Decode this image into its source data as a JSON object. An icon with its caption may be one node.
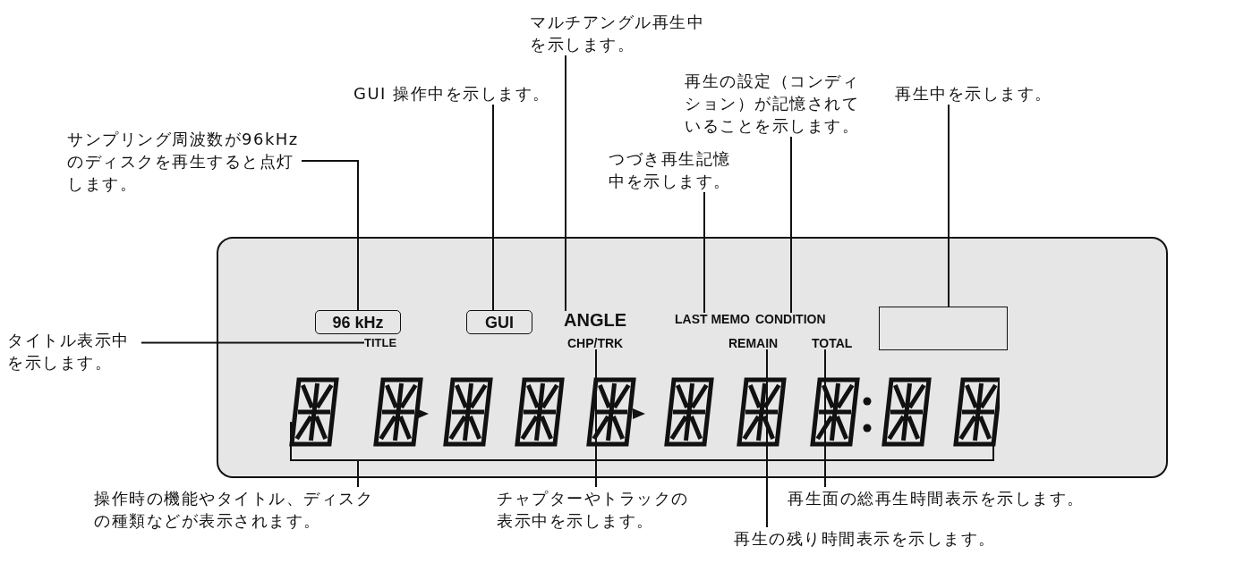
{
  "diagram": {
    "nodes": [
      {
        "text": [],
        "shape": "box"
      },
      {
        "text": [
          "96 kHz"
        ],
        "in": 0
      },
      {
        "text": [
          "GUI"
        ],
        "in": 0
      },
      {
        "text": [
          "ANGLE"
        ],
        "in": 0
      },
      {
        "text": [
          "LAST MEMO"
        ],
        "in": 0
      },
      {
        "text": [
          "CONDITION"
        ],
        "in": 0
      },
      {
        "text": [],
        "shape": "box",
        "in": 0
      },
      {
        "text": [
          "TITLE"
        ],
        "in": 0
      },
      {
        "text": [
          "CHP/TRK"
        ],
        "in": 0
      },
      {
        "text": [
          "REMAIN"
        ],
        "in": 0
      },
      {
        "text": [
          "TOTAL"
        ],
        "in": 0
      },
      {
        "text": [],
        "shape": "display",
        "in": 0
      },
      {
        "text": [
          "サンプリング周波数が96kHzのディスクを再生すると点灯します。"
        ]
      },
      {
        "text": [
          "GUI 操作中を示します。"
        ]
      },
      {
        "text": [
          "マルチアングル再生中を示します。"
        ]
      },
      {
        "text": [
          "つづき再生記憶中を示します。"
        ]
      },
      {
        "text": [
          "再生の設定（コンディション）が記憶されていることを示します。"
        ]
      },
      {
        "text": [
          "再生中を示します。"
        ]
      },
      {
        "text": [
          "タイトル表示中を示します。"
        ]
      },
      {
        "text": [
          "操作時の機能やタイトル、ディスクの種類などが表示されます。"
        ]
      },
      {
        "text": [
          "チャプターやトラックの表示中を示します。"
        ]
      },
      {
        "text": [
          "再生面の総再生時間表示を示します。"
        ]
      },
      {
        "text": [
          "再生の残り時間表示を示します。"
        ]
      }
    ],
    "edges": [
      {
        "from": 12,
        "to": 1,
        "arrow": "none"
      },
      {
        "from": 13,
        "to": 2,
        "arrow": "none"
      },
      {
        "from": 14,
        "to": 3,
        "arrow": "none"
      },
      {
        "from": 15,
        "to": 4,
        "arrow": "none"
      },
      {
        "from": 16,
        "to": 5,
        "arrow": "none"
      },
      {
        "from": 17,
        "to": 6,
        "arrow": "none"
      },
      {
        "from": 18,
        "to": 7,
        "arrow": "none"
      },
      {
        "from": 19,
        "to": 11,
        "arrow": "none"
      },
      {
        "from": 20,
        "to": 8,
        "arrow": "none"
      },
      {
        "from": 21,
        "to": 10,
        "arrow": "none"
      },
      {
        "from": 22,
        "to": 9,
        "arrow": "none"
      }
    ]
  }
}
